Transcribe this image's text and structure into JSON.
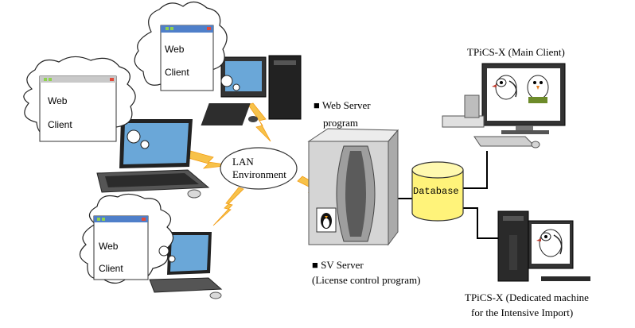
{
  "labels": {
    "web_client": "Web",
    "web_client_line2": "Client",
    "lan_line1": "LAN",
    "lan_line2": "Environment",
    "web_server_line1": "■ Web Server",
    "web_server_line2": "program",
    "sv_server_line1": "■ SV Server",
    "sv_server_line2": "(License control program)",
    "database": "Database",
    "main_client": "TPiCS-X (Main Client)",
    "dedicated_line1": "TPiCS-X (Dedicated machine",
    "dedicated_line2": "for the Intensive Import)"
  }
}
